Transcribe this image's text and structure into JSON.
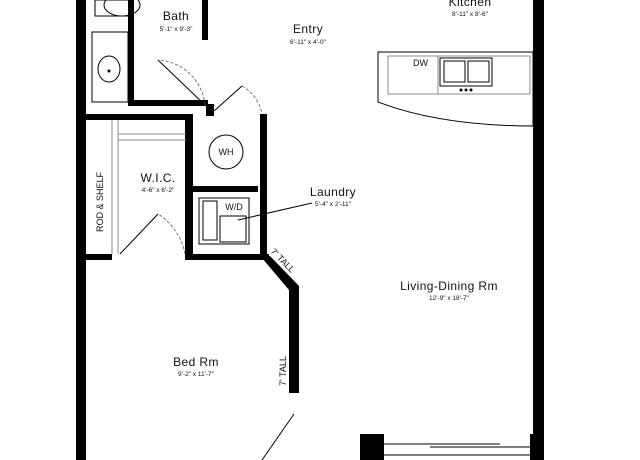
{
  "rooms": {
    "bath": {
      "name": "Bath",
      "dims": "5'-1\" x 9'-3\""
    },
    "entry": {
      "name": "Entry",
      "dims": "6'-11\" x 4'-0\""
    },
    "kitchen": {
      "name": "Kitchen",
      "dims": "8'-11\" x 8'-6\""
    },
    "wic": {
      "name": "W.I.C.",
      "dims": "4'-6\" x 6'-2\""
    },
    "laundry": {
      "name": "Laundry",
      "dims": "5'-4\" x 2'-11\""
    },
    "living": {
      "name": "Living-Dining Rm",
      "dims": "12'-9\" x 18'-7\""
    },
    "bedroom": {
      "name": "Bed Rm",
      "dims": "9'-2\" x 11'-7\""
    }
  },
  "fixtures": {
    "water_heater": "WH",
    "washer_dryer": "W/D",
    "dishwasher": "DW",
    "rod_shelf": "ROD & SHELF"
  },
  "notes": {
    "tall_upper": "7' TALL",
    "tall_lower": "7' TALL"
  }
}
